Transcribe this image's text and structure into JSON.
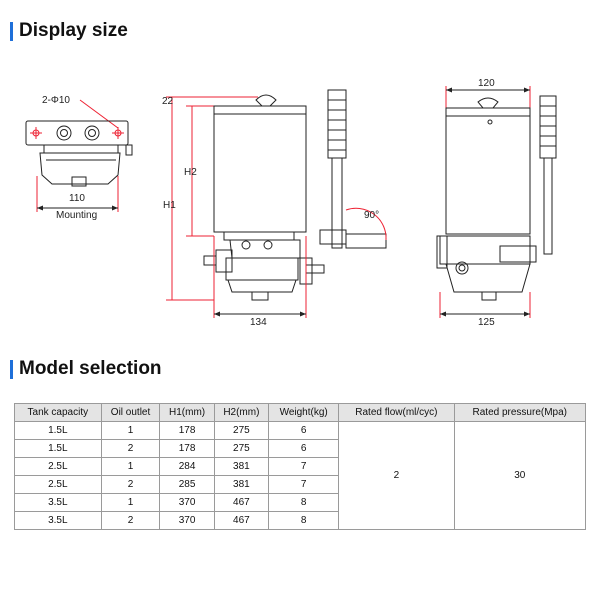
{
  "sections": {
    "display_title": "Display size",
    "model_title": "Model selection"
  },
  "drawing": {
    "mount_hole_label": "2-Φ10",
    "mount_width": "110",
    "mount_caption": "Mounting",
    "dim_22": "22",
    "dim_h2": "H2",
    "dim_h1": "H1",
    "dim_angle": "90°",
    "dim_134": "134",
    "dim_120": "120",
    "dim_125": "125"
  },
  "table": {
    "headers": [
      "Tank capacity",
      "Oil outlet",
      "H1(mm)",
      "H2(mm)",
      "Weight(kg)",
      "Rated flow(ml/cyc)",
      "Rated pressure(Mpa)"
    ],
    "rows": [
      [
        "1.5L",
        "1",
        "178",
        "275",
        "6"
      ],
      [
        "1.5L",
        "2",
        "178",
        "275",
        "6"
      ],
      [
        "2.5L",
        "1",
        "284",
        "381",
        "7"
      ],
      [
        "2.5L",
        "2",
        "285",
        "381",
        "7"
      ],
      [
        "3.5L",
        "1",
        "370",
        "467",
        "8"
      ],
      [
        "3.5L",
        "2",
        "370",
        "467",
        "8"
      ]
    ],
    "rated_flow": "2",
    "rated_pressure": "30"
  }
}
